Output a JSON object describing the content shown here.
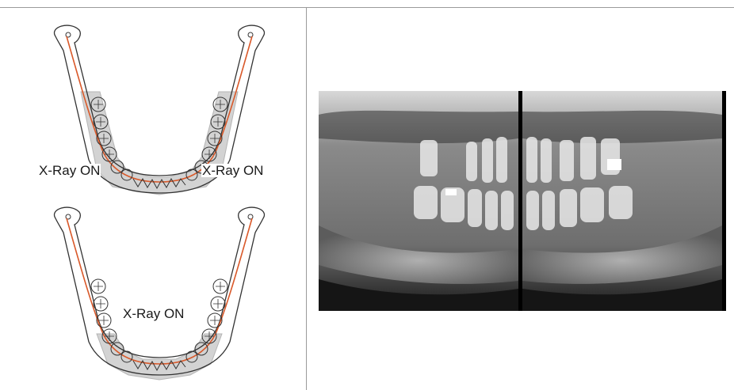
{
  "diagrams": {
    "top": {
      "labels": [
        "X-Ray ON",
        "X-Ray ON"
      ]
    },
    "bottom": {
      "labels": [
        "X-Ray ON"
      ]
    }
  },
  "colors": {
    "trajectory": "#d9592a",
    "scan_zone": "#d3d3d3",
    "outline": "#333333",
    "divider": "#9a9a9a"
  },
  "xray_images": {
    "count": 2,
    "description_icon": "panoramic-xray-image"
  }
}
